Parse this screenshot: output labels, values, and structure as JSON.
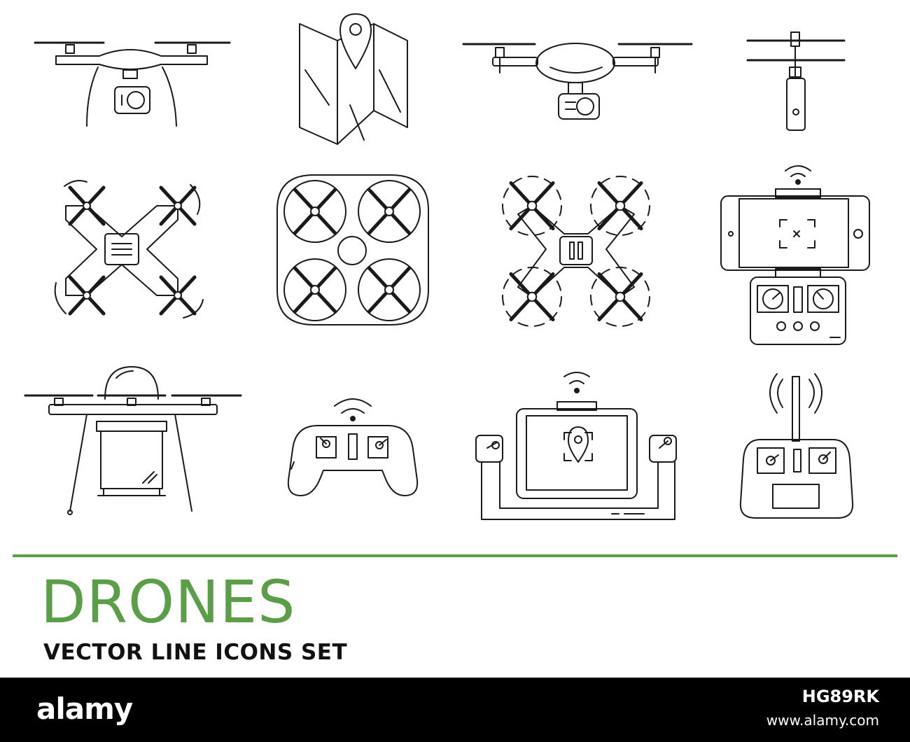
{
  "heading": {
    "title": "DRONES",
    "subtitle": "VECTOR LINE ICONS SET"
  },
  "colors": {
    "accent": "#5a9f47",
    "stroke": "#1a1a1a",
    "footer_bg": "#000000"
  },
  "icons": [
    "camera-drone-icon",
    "folded-map-pin-icon",
    "action-camera-drone-icon",
    "mini-coaxial-drone-icon",
    "quadcopter-top-spinning-icon",
    "guarded-quadcopter-icon",
    "quadcopter-propeller-guards-icon",
    "smartphone-controller-icon",
    "cargo-drone-icon",
    "gamepad-controller-icon",
    "tablet-gps-controller-icon",
    "antenna-remote-controller-icon"
  ],
  "footer": {
    "logo": "alamy",
    "image_id": "HG89RK",
    "site": "www.alamy.com"
  }
}
